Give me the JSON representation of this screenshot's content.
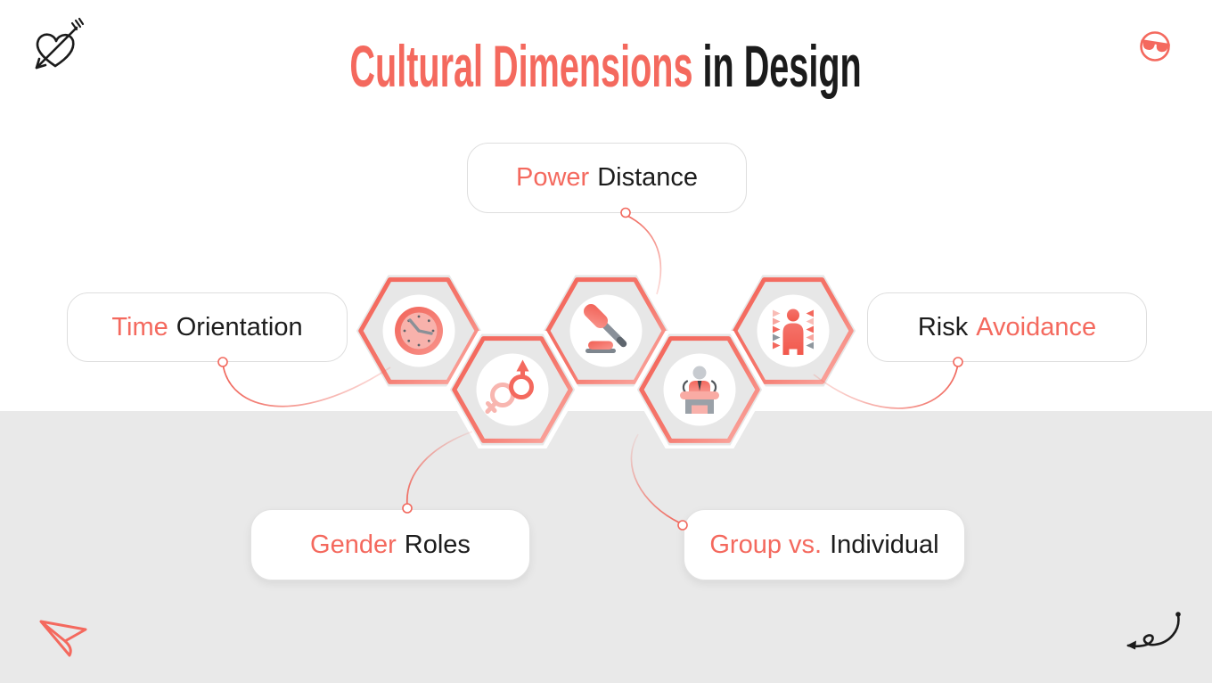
{
  "title": {
    "accent": "Cultural Dimensions",
    "rest": "in Design"
  },
  "cards": {
    "power": {
      "accent": "Power",
      "plain": "Distance"
    },
    "time": {
      "accent": "Time",
      "plain": "Orientation"
    },
    "risk": {
      "plain": "Risk",
      "accent": "Avoidance"
    },
    "gender": {
      "accent": "Gender",
      "plain": "Roles"
    },
    "group": {
      "accent": "Group vs.",
      "plain": "Individual"
    }
  },
  "icons": {
    "time": "clock-icon",
    "gender": "gender-symbols-icon",
    "power": "gavel-icon",
    "group": "podium-speaker-icon",
    "risk": "person-pressure-icon",
    "corner_top_left": "heart-arrow-doodle",
    "corner_top_right": "sunglasses-face-doodle",
    "corner_bottom_left": "paper-plane-doodle",
    "corner_bottom_right": "loop-arrow-doodle"
  },
  "colors": {
    "accent": "#F4695E",
    "accent_light": "#F8B3AD",
    "text_dark": "#1C1C1C",
    "band_gray": "#E9E9E9",
    "hexagon_gray": "#E7E7E7",
    "card_border": "#DEDEDE"
  }
}
